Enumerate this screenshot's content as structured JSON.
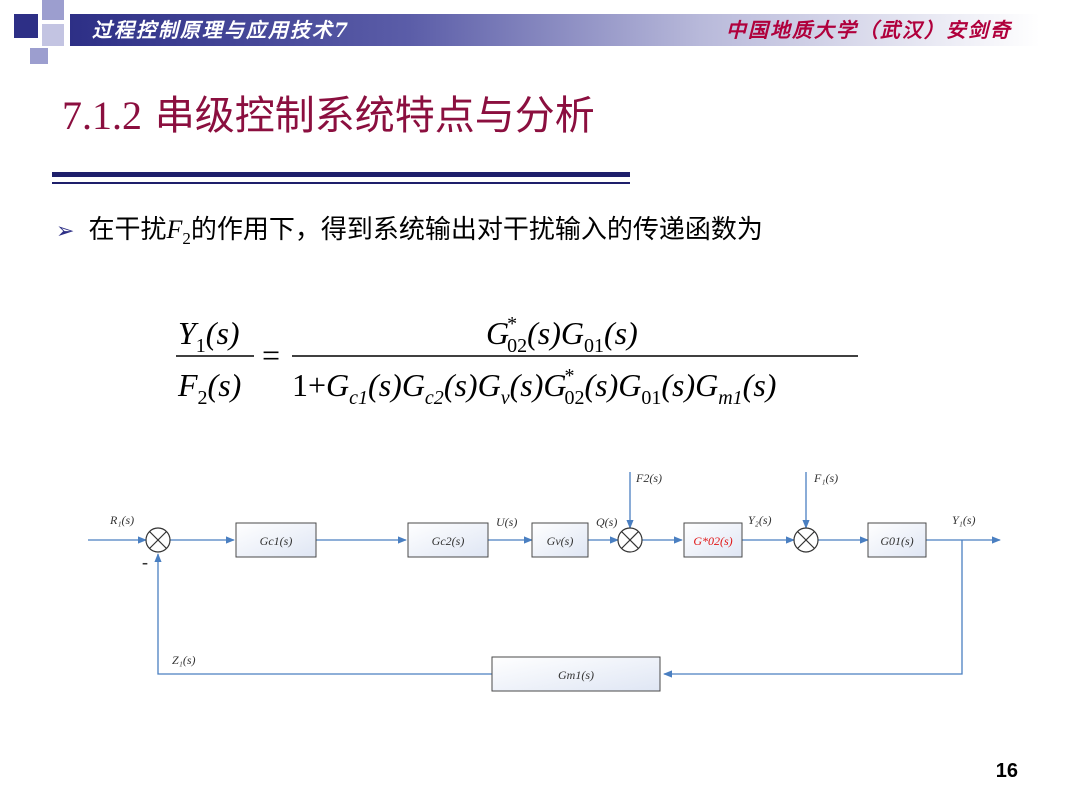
{
  "header": {
    "course": "过程控制原理与应用技术7",
    "author": "中国地质大学（武汉）安剑奇",
    "band_color": "#2d2f86",
    "author_color": "#b0003c"
  },
  "title": {
    "number": "7.1.2",
    "text": "串级控制系统特点与分析",
    "color": "#8b0f3f"
  },
  "bullet": {
    "pre": "在干扰",
    "var_main": "F",
    "var_sub": "2",
    "post": "的作用下，得到系统输出对干扰输入的传递函数为"
  },
  "formula": {
    "lhs_num": {
      "sym": "Y",
      "sub": "1",
      "arg": "(s)"
    },
    "lhs_den": {
      "sym": "F",
      "sub": "2",
      "arg": "(s)"
    },
    "equals": "=",
    "rhs_num": [
      {
        "sym": "G",
        "sup": "*",
        "sub": "02",
        "arg": "(s)"
      },
      {
        "sym": "G",
        "sub": "01",
        "arg": "(s)"
      }
    ],
    "rhs_den_lead": "1+",
    "rhs_den": [
      {
        "sym": "G",
        "sub": "c1",
        "sub_italic": true,
        "arg": "(s)"
      },
      {
        "sym": "G",
        "sub": "c2",
        "sub_italic": true,
        "arg": "(s)"
      },
      {
        "sym": "G",
        "sub": "v",
        "sub_italic": true,
        "arg": "(s)"
      },
      {
        "sym": "G",
        "sup": "*",
        "sub": "02",
        "arg": "(s)"
      },
      {
        "sym": "G",
        "sub": "01",
        "arg": "(s)"
      },
      {
        "sym": "G",
        "sub": "m1",
        "sub_italic": true,
        "arg": "(s)"
      }
    ]
  },
  "diagram": {
    "line_color": "#4a7fc1",
    "highlight_color": "#e01515",
    "signals": {
      "r1": "R₁(s)",
      "u": "U(s)",
      "q": "Q(s)",
      "y2": "Y₂(s)",
      "y1": "Y₁(s)",
      "z1": "Z₁(s)",
      "f2": "F2(s)",
      "f1": "F₁(s)",
      "minus": "-"
    },
    "blocks": {
      "gc1": "Gc1(s)",
      "gc2": "Gc2(s)",
      "gv": "Gv(s)",
      "g02": "G*02(s)",
      "g01": "G01(s)",
      "gm1": "Gm1(s)"
    }
  },
  "page": {
    "number": "16"
  }
}
